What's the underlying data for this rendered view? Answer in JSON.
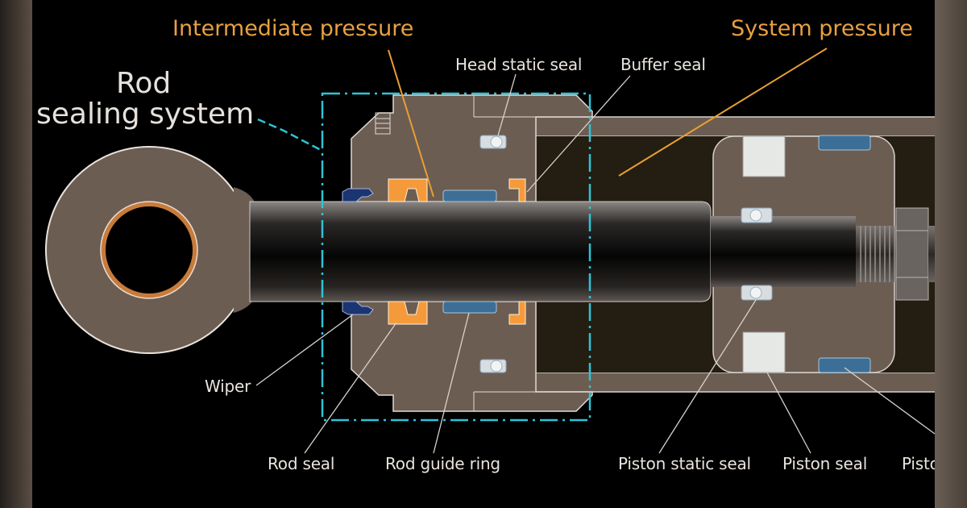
{
  "headers": {
    "intermediate": "Intermediate pressure",
    "system": "System pressure"
  },
  "group_label": {
    "line1": "Rod",
    "line2": "sealing system"
  },
  "labels": {
    "head_static_seal": "Head static seal",
    "buffer_seal": "Buffer seal",
    "wiper": "Wiper",
    "rod_seal": "Rod seal",
    "rod_guide_ring": "Rod guide ring",
    "piston_static_seal": "Piston static seal",
    "piston_seal": "Piston seal",
    "piston_guide_truncated": "Pisto"
  },
  "colors": {
    "background": "#000000",
    "metal": "#6c5d52",
    "chamber": "#241d12",
    "header_text": "#e8a042",
    "leader_orange": "#e8a032",
    "seal_orange": "#f59a3a",
    "guide_blue": "#3d6f96",
    "wiper_navy": "#1b3572",
    "dashdot_cyan": "#2ec4d6",
    "bushing_copper": "#c77b3a"
  }
}
